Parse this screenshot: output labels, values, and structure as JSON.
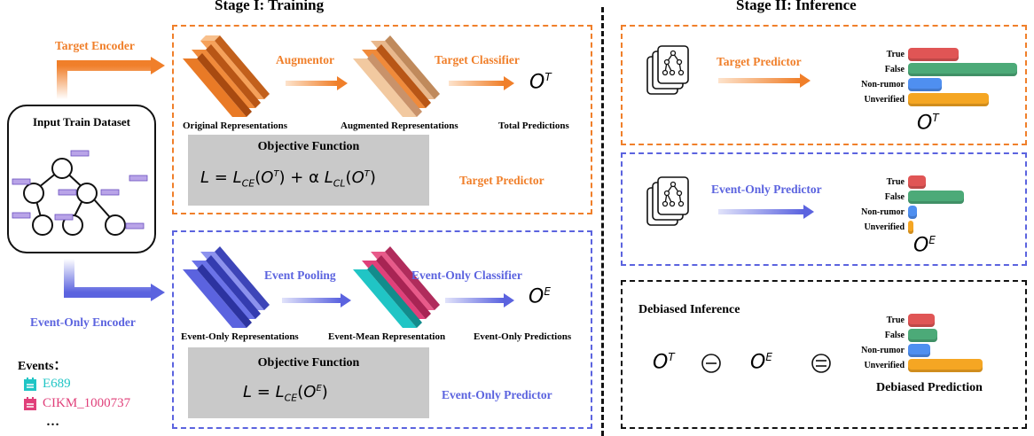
{
  "stage1": {
    "title": "Stage I: Training",
    "target_encoder": "Target Encoder",
    "event_only_encoder": "Event-Only Encoder",
    "input_dataset": "Input Train Dataset",
    "events_label": "Events：",
    "events": [
      "E689",
      "CIKM_1000737",
      "…"
    ],
    "target": {
      "augmentor": "Augmentor",
      "target_classifier": "Target Classifier",
      "original_repr": "Original Representations",
      "augmented_repr": "Augmented Representations",
      "total_predictions": "Total Predictions",
      "output": "O",
      "output_sup": "T",
      "objective_title": "Objective Function",
      "objective_formula": "L = L_CE(O^T) + α L_CL(O^T)",
      "predictor": "Target Predictor"
    },
    "event": {
      "event_pooling": "Event Pooling",
      "event_only_classifier": "Event-Only Classifier",
      "event_only_repr": "Event-Only Representations",
      "event_mean_repr": "Event-Mean Representation",
      "event_only_predictions": "Event-Only Predictions",
      "output": "O",
      "output_sup": "E",
      "objective_title": "Objective Function",
      "objective_formula": "L = L_CE(O^E)",
      "predictor": "Event-Only Predictor"
    }
  },
  "stage2": {
    "title": "Stage II: Inference",
    "target_predictor": "Target Predictor",
    "event_only_predictor": "Event-Only Predictor",
    "debiased_inference": "Debiased Inference",
    "debiased_prediction": "Debiased Prediction",
    "output_T": "T",
    "output_E": "E",
    "classes": [
      "True",
      "False",
      "Non-rumor",
      "Unverified"
    ],
    "class_colors": [
      "#e05555",
      "#4caa78",
      "#4f8ff0",
      "#f5a623"
    ],
    "bars_target": [
      0.45,
      0.98,
      0.3,
      0.72
    ],
    "bars_event": [
      0.16,
      0.5,
      0.08,
      0.04
    ],
    "bars_debiased": [
      0.24,
      0.26,
      0.2,
      0.67
    ]
  },
  "colors": {
    "orange": "#f07f2a",
    "blue": "#5b63df",
    "teal": "#20c5c5",
    "pink": "#e0407a"
  }
}
